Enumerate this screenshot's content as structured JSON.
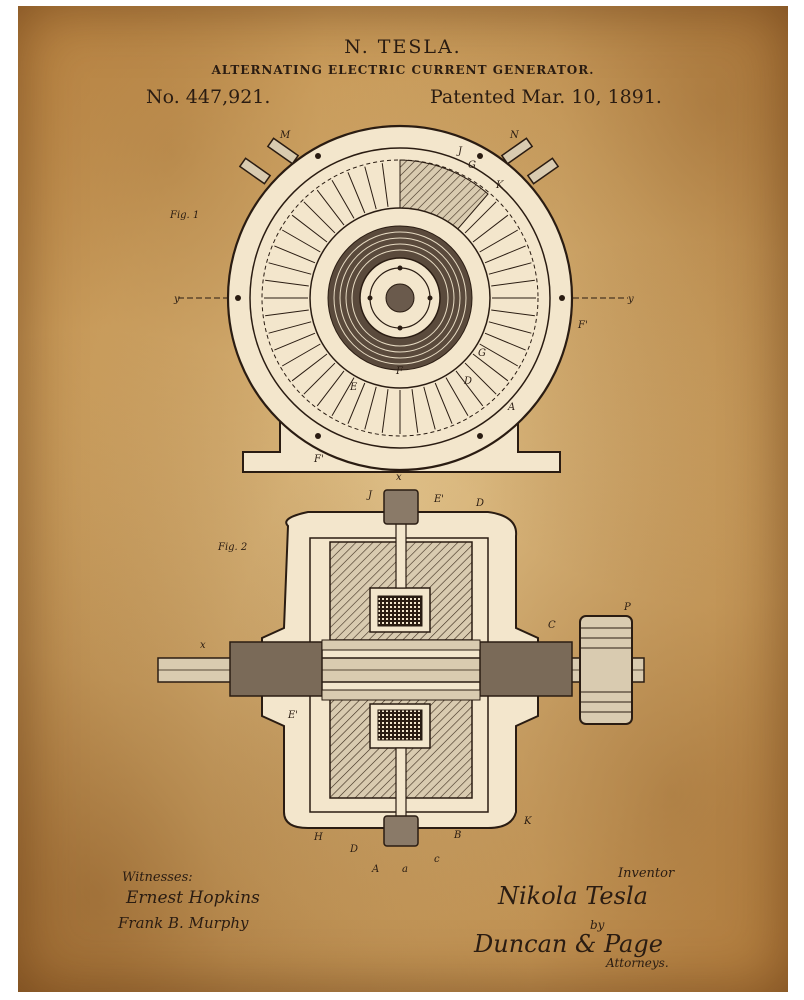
{
  "header": {
    "inventor_name": "N. TESLA.",
    "title": "ALTERNATING ELECTRIC CURRENT GENERATOR.",
    "patent_number": "No. 447,921.",
    "patent_date": "Patented Mar. 10, 1891."
  },
  "figures": {
    "fig1_label": "Fig. 1",
    "fig2_label": "Fig. 2"
  },
  "signatures": {
    "witnesses_label": "Witnesses:",
    "witness_1": "Ernest Hopkins",
    "witness_2": "Frank B. Murphy",
    "inventor_label": "Inventor",
    "inventor_signature": "Nikola Tesla",
    "by_label": "by",
    "attorneys_signature": "Duncan & Page",
    "attorneys_label": "Attorneys."
  },
  "colors": {
    "paper": "#e3bb79",
    "ink": "#2a1c12",
    "drawing_fill": "#f3e6cc"
  }
}
